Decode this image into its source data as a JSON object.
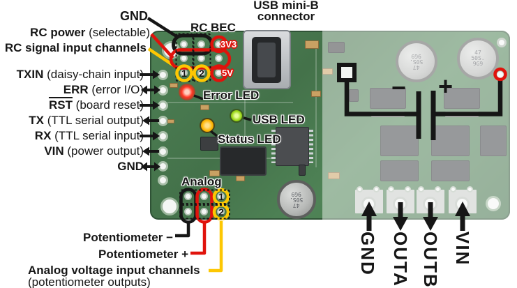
{
  "colors": {
    "annotation_red": "#e0130c",
    "annotation_yellow": "#fdc702",
    "annotation_black": "#161616",
    "board_green": "#4a7b50",
    "error_led": "#ff3522",
    "usb_led": "#9ad616",
    "status_led": "#ffb400"
  },
  "top": {
    "gnd_label": "GND",
    "rc_power_bold": "RC power",
    "rc_power_rest": " (selectable)",
    "rc_signal_label": "RC signal input channels",
    "usb_label_line1": "USB mini-B",
    "usb_label_line2": "connector"
  },
  "rc_header": {
    "rc_col_label": "RC",
    "bec_col_label": "BEC",
    "pin1": "1",
    "pin2": "2",
    "v33_label": "3V3",
    "v5_label": "5V"
  },
  "left_pins": [
    {
      "bold": "TXIN",
      "rest": " (daisy-chain input)",
      "direction": "in"
    },
    {
      "bold": "ERR",
      "rest": " (error I/O)",
      "direction": "bidirectional"
    },
    {
      "bold": "RST",
      "rest": " (board reset)",
      "direction": "in"
    },
    {
      "bold": "TX",
      "rest": " (TTL serial output)",
      "direction": "out"
    },
    {
      "bold": "RX",
      "rest": " (TTL serial input)",
      "direction": "in"
    },
    {
      "bold": "VIN",
      "rest": " (power output)",
      "direction": "out"
    },
    {
      "bold": "GND",
      "rest": "",
      "direction": "bidirectional"
    }
  ],
  "leds": {
    "error_label": "Error LED",
    "usb_label": "USB LED",
    "status_label": "Status LED"
  },
  "battery": {
    "minus_sign": "−",
    "plus_sign": "+"
  },
  "analog_header": {
    "title": "Analog",
    "pin1": "1",
    "pin2": "2"
  },
  "bottom": {
    "pot_minus": "Potentiometer −",
    "pot_plus": "Potentiometer +",
    "analog_channels": "Analog voltage input channels",
    "analog_channels_sub": "(potentiometer outputs)"
  },
  "power_terminals": [
    {
      "label": "GND",
      "direction": "up"
    },
    {
      "label": "OUTA",
      "direction": "down"
    },
    {
      "label": "OUTB",
      "direction": "down"
    },
    {
      "label": "VIN",
      "direction": "up"
    }
  ],
  "cap_markings": {
    "line1": "47",
    "line2": "50S.",
    "line3": "9G9"
  }
}
